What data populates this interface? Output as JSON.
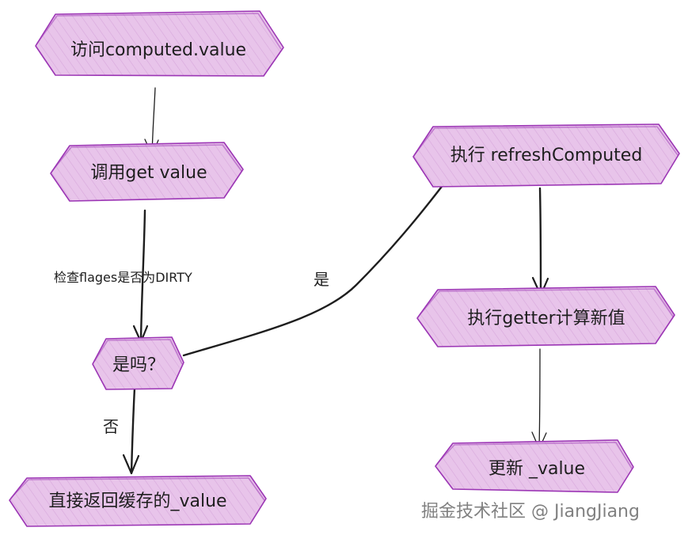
{
  "nodes": [
    {
      "id": "access",
      "label": "访问computed.value"
    },
    {
      "id": "get",
      "label": "调用get value"
    },
    {
      "id": "check",
      "label": "是吗？"
    },
    {
      "id": "cached",
      "label": "直接返回缓存的_value"
    },
    {
      "id": "refresh",
      "label": "执行 refreshComputed"
    },
    {
      "id": "getter",
      "label": "执行getter计算新值"
    },
    {
      "id": "update",
      "label": "更新 _value"
    }
  ],
  "edges": [
    {
      "from": "access",
      "to": "get",
      "label": ""
    },
    {
      "from": "get",
      "to": "check",
      "label": "检查flages是否为DIRTY"
    },
    {
      "from": "check",
      "to": "refresh",
      "label": "是"
    },
    {
      "from": "check",
      "to": "cached",
      "label": "否"
    },
    {
      "from": "refresh",
      "to": "getter",
      "label": ""
    },
    {
      "from": "getter",
      "to": "update",
      "label": ""
    }
  ],
  "watermark": "掘金技术社区 @ JiangJiang",
  "colors": {
    "node_fill": "#e8c4ea",
    "node_stroke": "#9c36b5",
    "edge": "#1e1e1e"
  }
}
